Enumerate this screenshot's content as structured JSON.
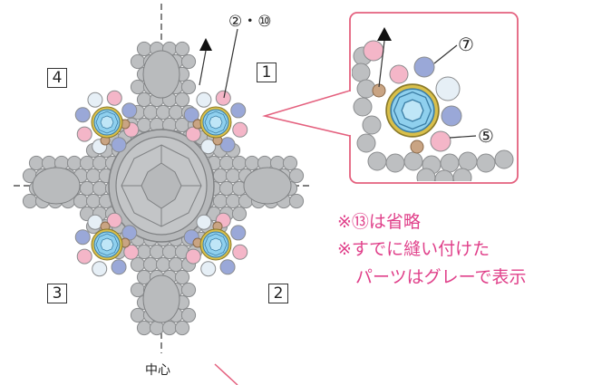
{
  "labels": {
    "q1": "1",
    "q2": "2",
    "q3": "3",
    "q4": "4",
    "top_annotation": "②・⑩",
    "center_label": "中心",
    "inset_7": "⑦",
    "inset_5": "⑤"
  },
  "notes": [
    "※⑬は省略",
    "※すでに縫い付けた",
    "パーツはグレーで表示"
  ],
  "colors": {
    "gray_bead": "#bdbfc1",
    "gray_stroke": "#8a8c8e",
    "pink": "#f4b6c8",
    "blue": "#9aa8d8",
    "white_pearl": "#e6eff6",
    "bronze": "#c9a483",
    "rivoli_blue": "#8fd0ee",
    "gold": "#d9bf4a",
    "callout_pink": "#e4607e",
    "note_text": "#e0408a"
  },
  "icons": [
    "arrow-triangle-icon"
  ]
}
